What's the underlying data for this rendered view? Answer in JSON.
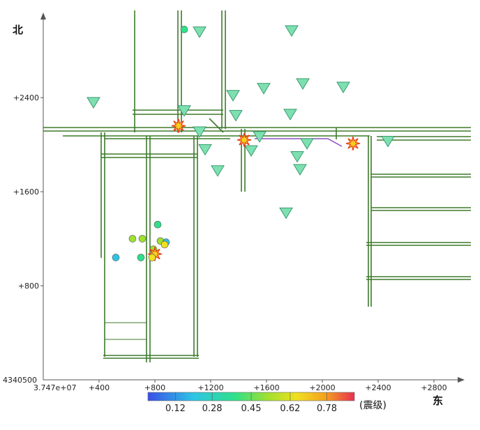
{
  "chart_data": {
    "type": "scatter",
    "xlabel": "东",
    "ylabel": "北",
    "x_origin_label": "3.747e+07",
    "y_origin_label": "4340500",
    "x_tick_labels": [
      "+400",
      "+800",
      "+1200",
      "+1600",
      "+2000",
      "+2400",
      "+2800"
    ],
    "x_tick_values": [
      400,
      800,
      1200,
      1600,
      2000,
      2400,
      2800
    ],
    "y_tick_labels": [
      "+800",
      "+1600",
      "+2400"
    ],
    "y_tick_values": [
      800,
      1600,
      2400
    ],
    "xlim": [
      0,
      3000
    ],
    "ylim": [
      0,
      3100
    ],
    "colorbar": {
      "label": "(震级)",
      "tick_labels": [
        "0.12",
        "0.28",
        "0.45",
        "0.62",
        "0.78"
      ],
      "range": [
        0.0,
        0.9
      ],
      "tick_values": [
        0.12,
        0.28,
        0.45,
        0.62,
        0.78
      ],
      "colors": [
        "#3a4fe6",
        "#2fc4e6",
        "#2ee08a",
        "#a0e030",
        "#f0e020",
        "#f4a020",
        "#e83050"
      ]
    },
    "stations": [
      {
        "x": 1120,
        "y": 2960
      },
      {
        "x": 1780,
        "y": 2970
      },
      {
        "x": 360,
        "y": 2360
      },
      {
        "x": 1010,
        "y": 2290
      },
      {
        "x": 1360,
        "y": 2420
      },
      {
        "x": 1580,
        "y": 2480
      },
      {
        "x": 1860,
        "y": 2520
      },
      {
        "x": 2150,
        "y": 2490
      },
      {
        "x": 1380,
        "y": 2250
      },
      {
        "x": 1770,
        "y": 2260
      },
      {
        "x": 1120,
        "y": 2110
      },
      {
        "x": 1160,
        "y": 1960
      },
      {
        "x": 1250,
        "y": 1780
      },
      {
        "x": 1490,
        "y": 1950
      },
      {
        "x": 1550,
        "y": 2070
      },
      {
        "x": 1890,
        "y": 2010
      },
      {
        "x": 1820,
        "y": 1900
      },
      {
        "x": 1840,
        "y": 1790
      },
      {
        "x": 2470,
        "y": 2030
      },
      {
        "x": 1740,
        "y": 1420
      }
    ],
    "events": [
      {
        "x": 970,
        "y": 2160,
        "m": 0.8
      },
      {
        "x": 1440,
        "y": 2040,
        "m": 0.75
      },
      {
        "x": 2220,
        "y": 2010,
        "m": 0.7
      },
      {
        "x": 1010,
        "y": 2980,
        "m": 0.3
      },
      {
        "x": 820,
        "y": 1320,
        "m": 0.25
      },
      {
        "x": 640,
        "y": 1200,
        "m": 0.4
      },
      {
        "x": 710,
        "y": 1200,
        "m": 0.48
      },
      {
        "x": 840,
        "y": 1180,
        "m": 0.5
      },
      {
        "x": 880,
        "y": 1170,
        "m": 0.1
      },
      {
        "x": 870,
        "y": 1150,
        "m": 0.55
      },
      {
        "x": 790,
        "y": 1110,
        "m": 0.45
      },
      {
        "x": 800,
        "y": 1070,
        "m": 0.9
      },
      {
        "x": 780,
        "y": 1040,
        "m": 0.6
      },
      {
        "x": 700,
        "y": 1040,
        "m": 0.25
      },
      {
        "x": 520,
        "y": 1040,
        "m": 0.08
      }
    ]
  }
}
